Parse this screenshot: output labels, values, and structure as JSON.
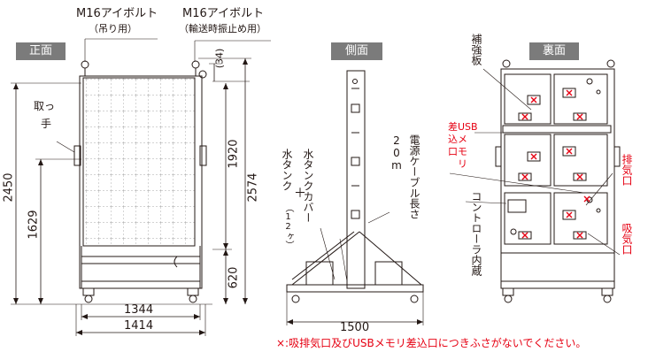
{
  "views": {
    "front": "正面",
    "side": "側面",
    "back": "裏面"
  },
  "bolts": {
    "lifting": {
      "name": "M16アイボルト",
      "note": "（吊り用）"
    },
    "transport": {
      "name": "M16アイボルト",
      "note": "（輸送時振止め用）"
    }
  },
  "labels": {
    "handle": [
      "取っ",
      "手"
    ],
    "reinforcement": "補強板",
    "usb_slot": [
      "差USB",
      "込メ",
      "口モ",
      "　リ"
    ],
    "exhaust": "排気口",
    "intake": "吸気口",
    "controller": "コントローラ内蔵",
    "tank_cover": "水タンクカバー",
    "tank_plus": "＋",
    "tank": "水タンク",
    "tank_qty": "（12ヶ）",
    "cable": "電源ケーブル長さ",
    "cable_len": "20m"
  },
  "dimensions": {
    "d34": "(34)",
    "d1920": "1920",
    "d2574": "2574",
    "d2450": "2450",
    "d1629": "1629",
    "d620": "620",
    "d1344": "1344",
    "d1414": "1414",
    "d1500": "1500"
  },
  "notice": "×:吸排気口及びUSBメモリ差込口につきふさがないでください。",
  "colors": {
    "line": "#231815",
    "accent": "#e60012",
    "tag": "#7b7b7b"
  }
}
